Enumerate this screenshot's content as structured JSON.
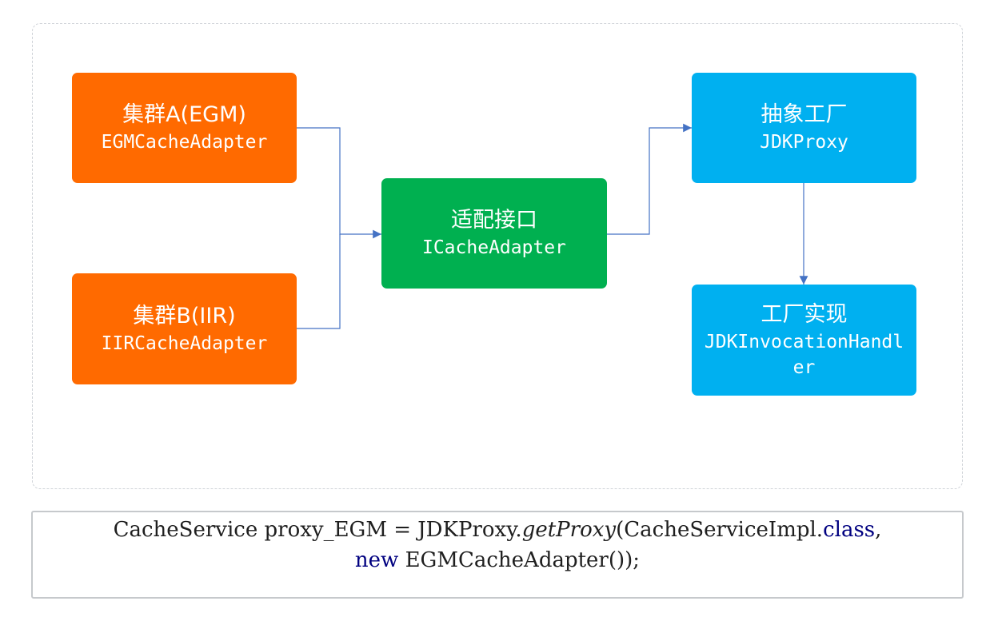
{
  "nodes": {
    "cluster_a": {
      "title": "集群A(EGM)",
      "subtitle": "EGMCacheAdapter"
    },
    "cluster_b": {
      "title": "集群B(IIR)",
      "subtitle": "IIRCacheAdapter"
    },
    "adapter": {
      "title": "适配接口",
      "subtitle": "ICacheAdapter"
    },
    "factory": {
      "title": "抽象工厂",
      "subtitle": "JDKProxy"
    },
    "impl": {
      "title": "工厂实现",
      "subtitle": "JDKInvocationHandler"
    }
  },
  "colors": {
    "orange": "#ff6a00",
    "green": "#00b050",
    "blue": "#00b0f0",
    "connector": "#4472c4"
  },
  "code": {
    "part1": "CacheService proxy_EGM = JDKProxy.",
    "method": "getProxy",
    "part2": "(CacheServiceImpl.",
    "kw_class": "class",
    "part3": ",",
    "kw_new": "new",
    "part4": " EGMCacheAdapter());"
  }
}
